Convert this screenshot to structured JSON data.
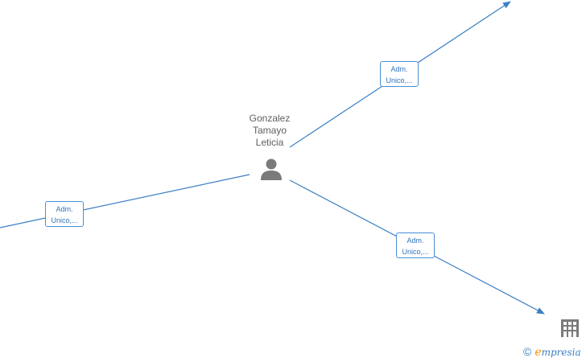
{
  "person": {
    "name_lines": [
      "Gonzalez",
      "Tamayo",
      "Leticia"
    ],
    "icon": "person-icon"
  },
  "edges": [
    {
      "label_lines": [
        "Adm.",
        "Unico,..."
      ]
    },
    {
      "label_lines": [
        "Adm.",
        "Unico,..."
      ]
    },
    {
      "label_lines": [
        "Adm.",
        "Unico,..."
      ]
    }
  ],
  "company": {
    "icon": "building-icon"
  },
  "brand": {
    "copyright": "©",
    "initial": "e",
    "rest": "mpresia"
  },
  "colors": {
    "edge": "#3a7fc4",
    "node_icon": "#7a7a7a",
    "label_text": "#2f74c0",
    "brand_orange": "#f39200"
  }
}
